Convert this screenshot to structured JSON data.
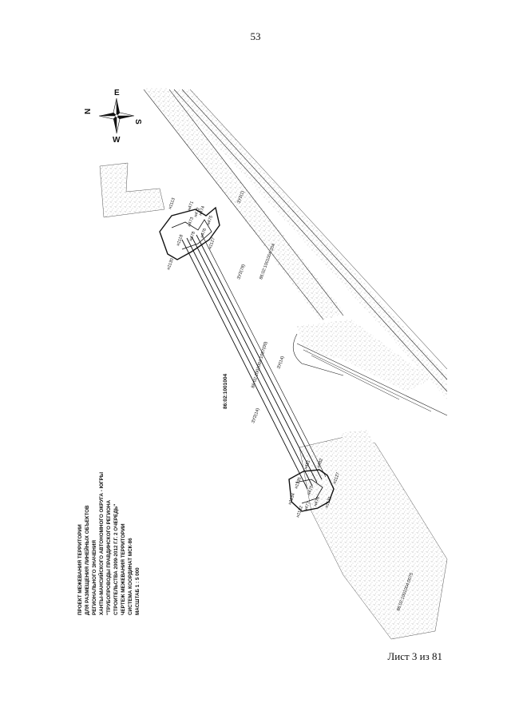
{
  "page_number": "53",
  "sheet_label": "Лист 3 из 81",
  "title_block": [
    "ПРОЕКТ МЕЖЕВАНИЯ ТЕРРИТОРИИ",
    "ДЛЯ РАЗМЕЩЕНИЯ ЛИНЕЙНЫХ ОБЪЕКТОВ",
    "РЕГИОНАЛЬНОГО ЗНАЧЕНИЯ",
    "ХАНТЫ-МАНСИЙСКОГО АВТОНОМНОГО ОКРУГА - ЮГРЫ",
    "\"ТРУБОПРОВОДЫ ПРАВДИНСКОГО РЕГИОНА",
    "СТРОИТЕЛЬСТВА 2009-2012 Г.Г. 2 ОЧЕРЕДЬ\"",
    "ЧЕРТЕЖ МЕЖЕВАНИЯ ТЕРРИТОРИИ",
    "СИСТЕМА КООРДИНАТ МСК-86",
    "МАСШТАБ 1 : 5 000"
  ],
  "compass": {
    "n": "N",
    "e": "E",
    "s": "S",
    "w": "W"
  },
  "labels": {
    "quarter": "86:02:1001004",
    "parcel_main": "86:02:1001004:204",
    "parcel_lower": "86:02:1001004:0075",
    "zu1": "ЗУ2(1)",
    "zu78": "ЗУ2(78)",
    "zu14": "ЗУ2(14)",
    "zu_mid": "ЗУ(14)",
    "pipeline": "86:02:1001004:1087(00)"
  },
  "points_upper": [
    "н1113",
    "н471",
    "н472",
    "н473",
    "н474",
    "н475",
    "н476",
    "н478",
    "н1118",
    "н1130",
    "н1127"
  ],
  "points_lower": [
    "н1134",
    "н1132",
    "н481",
    "н482",
    "н1127",
    "н475",
    "н476",
    "н477",
    "н1131",
    "н1135"
  ],
  "colors": {
    "ink": "#111111",
    "stipple": "#8a8a8a"
  }
}
